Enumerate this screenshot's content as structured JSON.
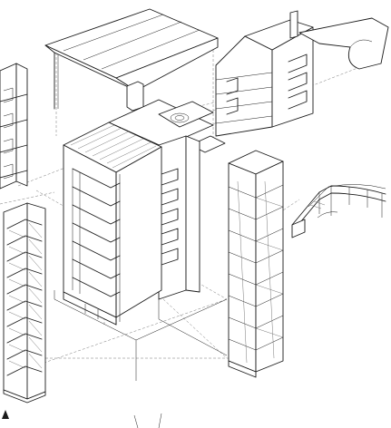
{
  "figure": {
    "palette": {
      "ink": "#1a1a1a",
      "paper": "#ffffff",
      "guide": "#777777"
    },
    "components": [
      "left-tower-fragment",
      "main-roof",
      "upper-right-roof-module",
      "main-building-block",
      "central-stair-core",
      "right-tall-tower",
      "bridge-walkway",
      "left-escape-stair"
    ]
  }
}
